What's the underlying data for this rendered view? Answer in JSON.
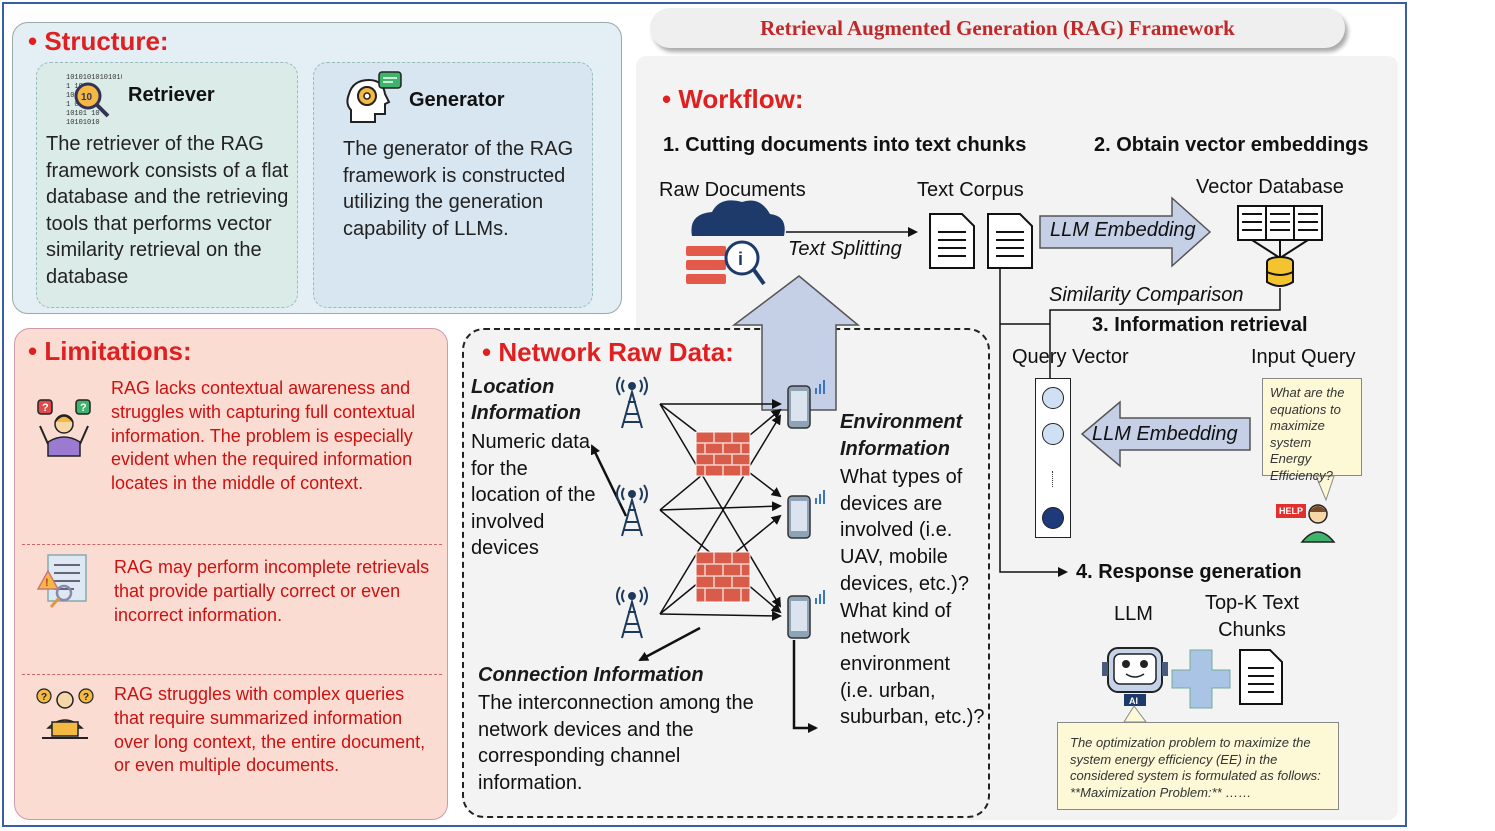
{
  "title": "Retrieval Augmented Generation (RAG) Framework",
  "structure": {
    "heading": "• Structure:",
    "retriever": {
      "name": "Retriever",
      "desc": "The retriever of the RAG framework consists of a flat database and the retrieving tools that performs vector similarity retrieval on the database",
      "icon": "binary-search-icon"
    },
    "generator": {
      "name": "Generator",
      "desc": "The generator of the RAG framework is constructed utilizing the generation capability of LLMs.",
      "icon": "brain-gear-icon"
    }
  },
  "limitations": {
    "heading": "• Limitations:",
    "items": [
      {
        "text": "RAG lacks contextual awareness and struggles with capturing full contextual information. The problem is especially evident when the required information locates in the middle of context.",
        "icon": "confused-person-icon"
      },
      {
        "text": "RAG may perform incomplete retrievals that provide partially correct or even incorrect information.",
        "icon": "document-warning-icon"
      },
      {
        "text": "RAG struggles with complex queries that require summarized information over long context, the entire document, or even multiple documents.",
        "icon": "questioning-person-icon"
      }
    ]
  },
  "network": {
    "heading": "• Network Raw Data:",
    "location_title_1": "Location",
    "location_title_2": "Information",
    "location_desc": "Numeric data for the location of the involved devices",
    "environment_title_1": "Environment",
    "environment_title_2": "Information",
    "environment_desc": "What types of devices are involved (i.e. UAV, mobile devices, etc.)? What kind of network environment (i.e. urban, suburban, etc.)?",
    "connection_title": "Connection Information",
    "connection_desc": "The interconnection among the network devices and the corresponding channel information."
  },
  "workflow": {
    "heading": "• Workflow:",
    "step1": "1. Cutting documents into text chunks",
    "step2": "2. Obtain vector embeddings",
    "step3": "3. Information retrieval",
    "step4": "4. Response generation",
    "raw_docs": "Raw Documents",
    "text_splitting": "Text Splitting",
    "text_corpus": "Text Corpus",
    "llm_embedding_1": "LLM Embedding",
    "vector_db": "Vector Database",
    "similarity": "Similarity Comparison",
    "query_vector": "Query Vector",
    "input_query": "Input Query",
    "llm_embedding_2": "LLM Embedding",
    "query_text": "What are the equations to maximize system Energy Efficiency?",
    "help_label": "HELP",
    "llm": "LLM",
    "topk": "Top-K Text Chunks",
    "answer_text": "The optimization problem to maximize the system energy efficiency (EE) in the considered system is formulated as follows: **Maximization Problem:** ……"
  },
  "colors": {
    "heading_red": "#e02020",
    "title_red": "#c0282a",
    "arrow_fill": "#c5cfe6",
    "frame_blue": "#3a5da8"
  }
}
